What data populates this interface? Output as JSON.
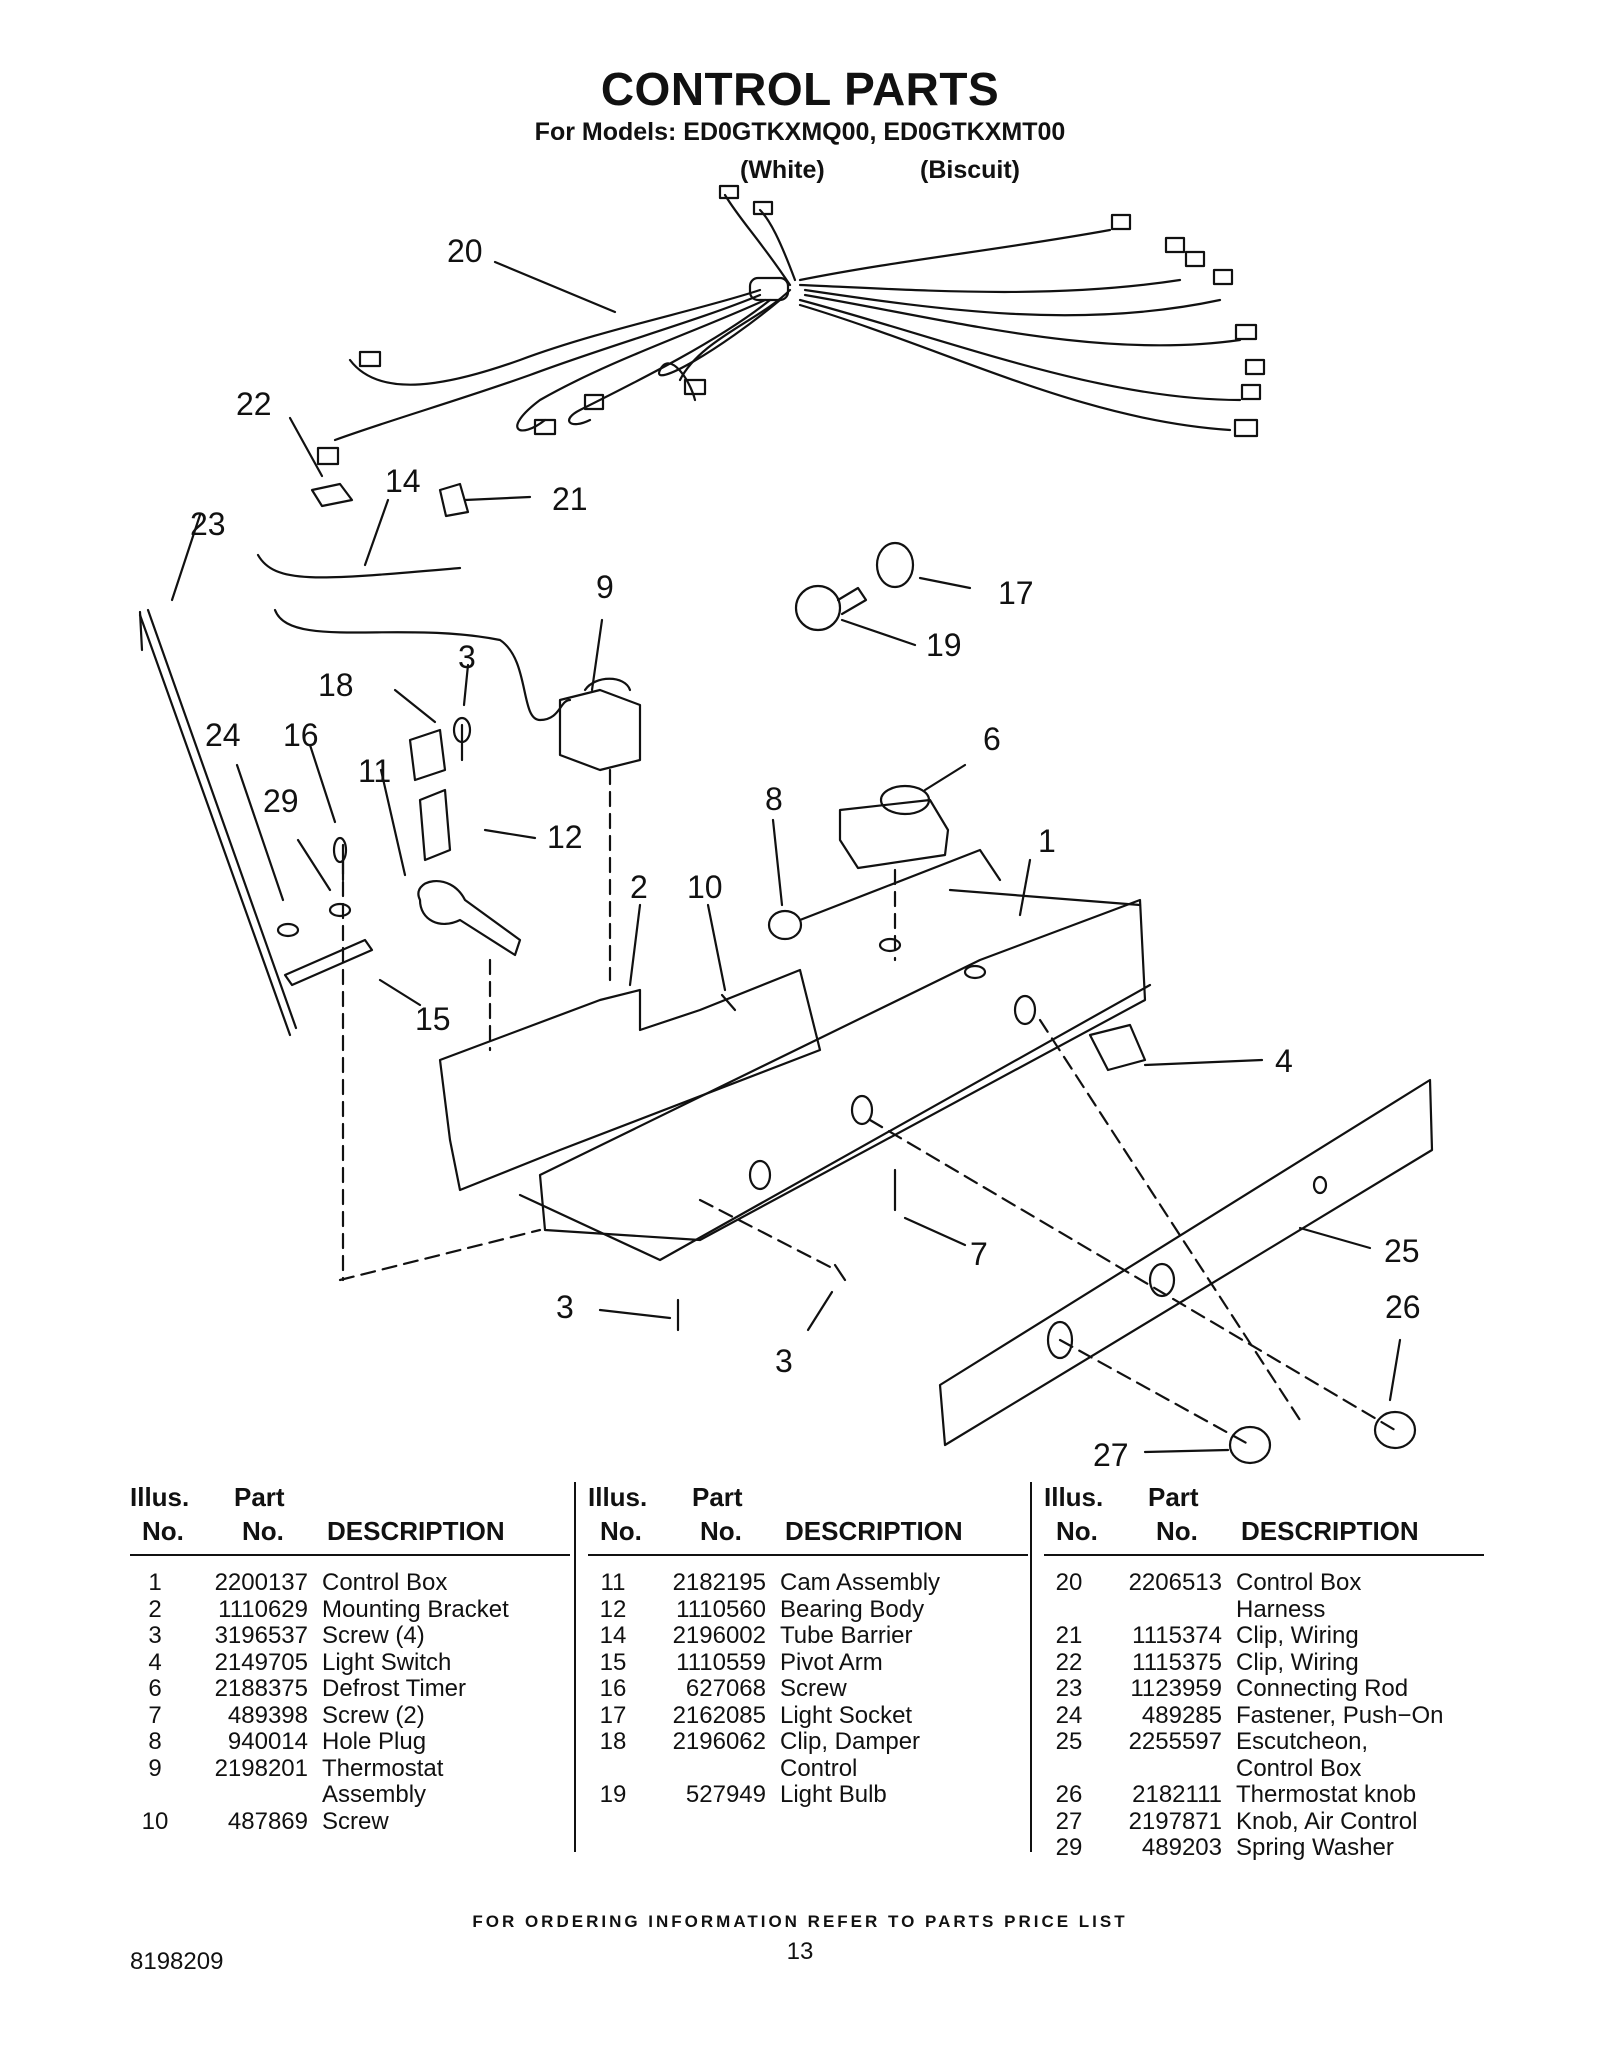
{
  "title": "CONTROL PARTS",
  "subtitle": "For Models: ED0GTKXMQ00, ED0GTKXMT00",
  "colors": [
    "(White)",
    "(Biscuit)"
  ],
  "callouts": [
    "20",
    "22",
    "14",
    "21",
    "23",
    "9",
    "17",
    "19",
    "3",
    "18",
    "24",
    "16",
    "6",
    "11",
    "29",
    "12",
    "8",
    "1",
    "2",
    "10",
    "15",
    "4",
    "7",
    "25",
    "3",
    "26",
    "3",
    "27"
  ],
  "table_header": {
    "illus": "Illus.",
    "no": "No.",
    "part": "Part",
    "part_no": "No.",
    "description": "DESCRIPTION"
  },
  "parts": [
    [
      {
        "illus": "1",
        "part": "2200137",
        "desc": "Control Box"
      },
      {
        "illus": "2",
        "part": "1110629",
        "desc": "Mounting Bracket"
      },
      {
        "illus": "3",
        "part": "3196537",
        "desc": "Screw (4)"
      },
      {
        "illus": "4",
        "part": "2149705",
        "desc": "Light Switch"
      },
      {
        "illus": "6",
        "part": "2188375",
        "desc": "Defrost Timer"
      },
      {
        "illus": "7",
        "part": "489398",
        "desc": "Screw (2)"
      },
      {
        "illus": "8",
        "part": "940014",
        "desc": "Hole Plug"
      },
      {
        "illus": "9",
        "part": "2198201",
        "desc": "Thermostat\nAssembly"
      },
      {
        "illus": "10",
        "part": "487869",
        "desc": "Screw"
      }
    ],
    [
      {
        "illus": "11",
        "part": "2182195",
        "desc": "Cam Assembly"
      },
      {
        "illus": "12",
        "part": "1110560",
        "desc": "Bearing Body"
      },
      {
        "illus": "14",
        "part": "2196002",
        "desc": "Tube Barrier"
      },
      {
        "illus": "15",
        "part": "1110559",
        "desc": "Pivot Arm"
      },
      {
        "illus": "16",
        "part": "627068",
        "desc": "Screw"
      },
      {
        "illus": "17",
        "part": "2162085",
        "desc": "Light Socket"
      },
      {
        "illus": "18",
        "part": "2196062",
        "desc": "Clip, Damper\nControl"
      },
      {
        "illus": "19",
        "part": "527949",
        "desc": "Light Bulb"
      }
    ],
    [
      {
        "illus": "20",
        "part": "2206513",
        "desc": "Control Box\nHarness"
      },
      {
        "illus": "21",
        "part": "1115374",
        "desc": "Clip, Wiring"
      },
      {
        "illus": "22",
        "part": "1115375",
        "desc": "Clip, Wiring"
      },
      {
        "illus": "23",
        "part": "1123959",
        "desc": "Connecting Rod"
      },
      {
        "illus": "24",
        "part": "489285",
        "desc": "Fastener, Push−On"
      },
      {
        "illus": "25",
        "part": "2255597",
        "desc": "Escutcheon,\nControl Box"
      },
      {
        "illus": "26",
        "part": "2182111",
        "desc": "Thermostat knob"
      },
      {
        "illus": "27",
        "part": "2197871",
        "desc": "Knob, Air Control"
      },
      {
        "illus": "29",
        "part": "489203",
        "desc": "Spring Washer"
      }
    ]
  ],
  "footer": "FOR ORDERING INFORMATION REFER TO PARTS PRICE LIST",
  "doc_number": "8198209",
  "page_number": "13"
}
